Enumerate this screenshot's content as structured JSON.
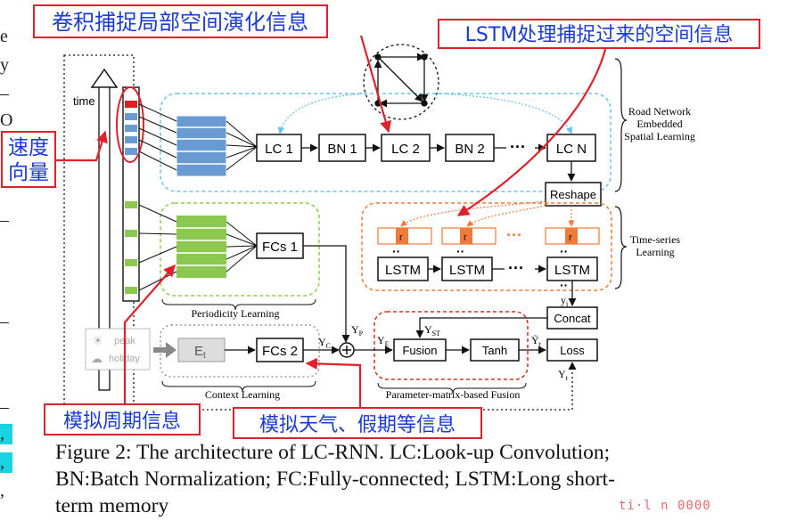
{
  "colors": {
    "annotation_red": "#e0202a",
    "annotation_text": "#1a3ad6",
    "road_blue": "#6a9ad2",
    "green": "#8cc850",
    "orange": "#f07a3a",
    "light_blue_dash": "#6cc3ea",
    "green_dash": "#8ad04a",
    "red_dash": "#d8301e"
  },
  "annotations": {
    "conv": "卷积捕捉局部空间演化信息",
    "lstm": "LSTM处理捕捉过来的空间信息",
    "speed_line1": "速度",
    "speed_line2": "向量",
    "period": "模拟周期信息",
    "weather": "模拟天气、假期等信息"
  },
  "diagram": {
    "time_label": "time",
    "road": {
      "blocks": [
        "LC 1",
        "BN 1",
        "LC 2",
        "BN 2",
        "LC N"
      ],
      "reshape": "Reshape",
      "group_label": [
        "Road Network",
        "Embedded",
        "Spatial Learning"
      ]
    },
    "time_series": {
      "lstm_blocks": [
        "LSTM",
        "LSTM",
        "LSTM"
      ],
      "r_label": "r",
      "r_sub": "i",
      "y_label": "y",
      "y_sub": "i",
      "group_label": [
        "Time-series",
        "Learning"
      ]
    },
    "periodicity": {
      "fc": "FCs 1",
      "label": "Periodicity Learning"
    },
    "context": {
      "peak": "peak",
      "holiday": "holiday",
      "et": "E",
      "et_sub": "t",
      "fc": "FCs 2",
      "label": "Context Learning"
    },
    "fusion": {
      "concat": "Concat",
      "fusion": "Fusion",
      "tanh": "Tanh",
      "loss": "Loss",
      "label": "Parameter-matrix-based Fusion"
    },
    "symbols": {
      "yp": "Y",
      "yp_sub": "P",
      "yc": "Y",
      "yc_sub": "C",
      "ye": "Y",
      "ye_sub": "E",
      "yst": "Y",
      "yst_sub": "ST",
      "ytilde": "Ỹ",
      "ytilde_sub": "t",
      "yt": "Y",
      "yt_sub": "t"
    }
  },
  "caption": {
    "line1": "Figure 2: The architecture of LC-RNN. LC:Look-up Convolution;",
    "line2": "BN:Batch Normalization; FC:Fully-connected; LSTM:Long short-",
    "line3": "term memory"
  },
  "watermark": "ti·l n 0000",
  "left_edge": {
    "e": "e",
    "y": "y",
    "dash": "–",
    "paren": "O",
    "comma": ","
  }
}
